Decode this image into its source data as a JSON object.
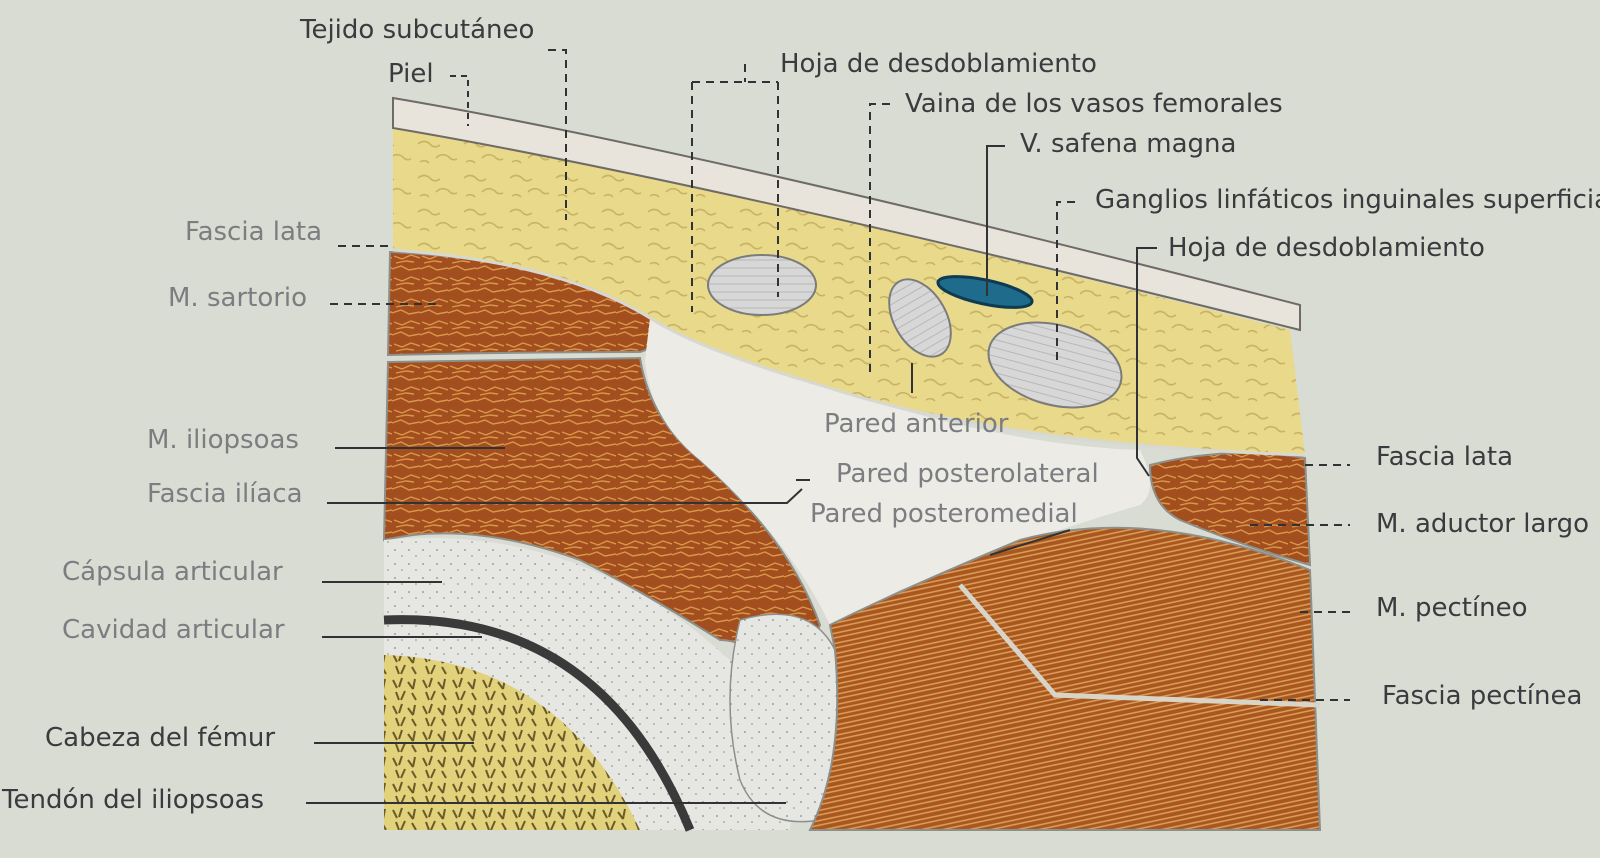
{
  "figure": {
    "labels": {
      "tejido_subcutaneo": "Tejido subcutáneo",
      "piel": "Piel",
      "hoja_desdoblamiento_top": "Hoja de desdoblamiento",
      "vaina_vasos": "Vaina de los vasos femorales",
      "v_safena": "V. safena magna",
      "ganglios": "Ganglios linfáticos inguinales superficiales",
      "hoja_desdoblamiento_right": "Hoja de desdoblamiento",
      "fascia_lata_left": "Fascia lata",
      "m_sartorio": "M. sartorio",
      "m_iliopsoas": "M. iliopsoas",
      "fascia_iliaca": "Fascia ilíaca",
      "capsula": "Cápsula articular",
      "cavidad": "Cavidad articular",
      "cabeza_femur": "Cabeza del fémur",
      "tendon": "Tendón del iliopsoas",
      "pared_anterior": "Pared anterior",
      "pared_posterolateral": "Pared posterolateral",
      "pared_posteromedial": "Pared posteromedial",
      "fascia_lata_right": "Fascia lata",
      "m_aductor": "M. aductor largo",
      "m_pectineo": "M. pectíneo",
      "fascia_pectinea": "Fascia pectínea"
    }
  }
}
